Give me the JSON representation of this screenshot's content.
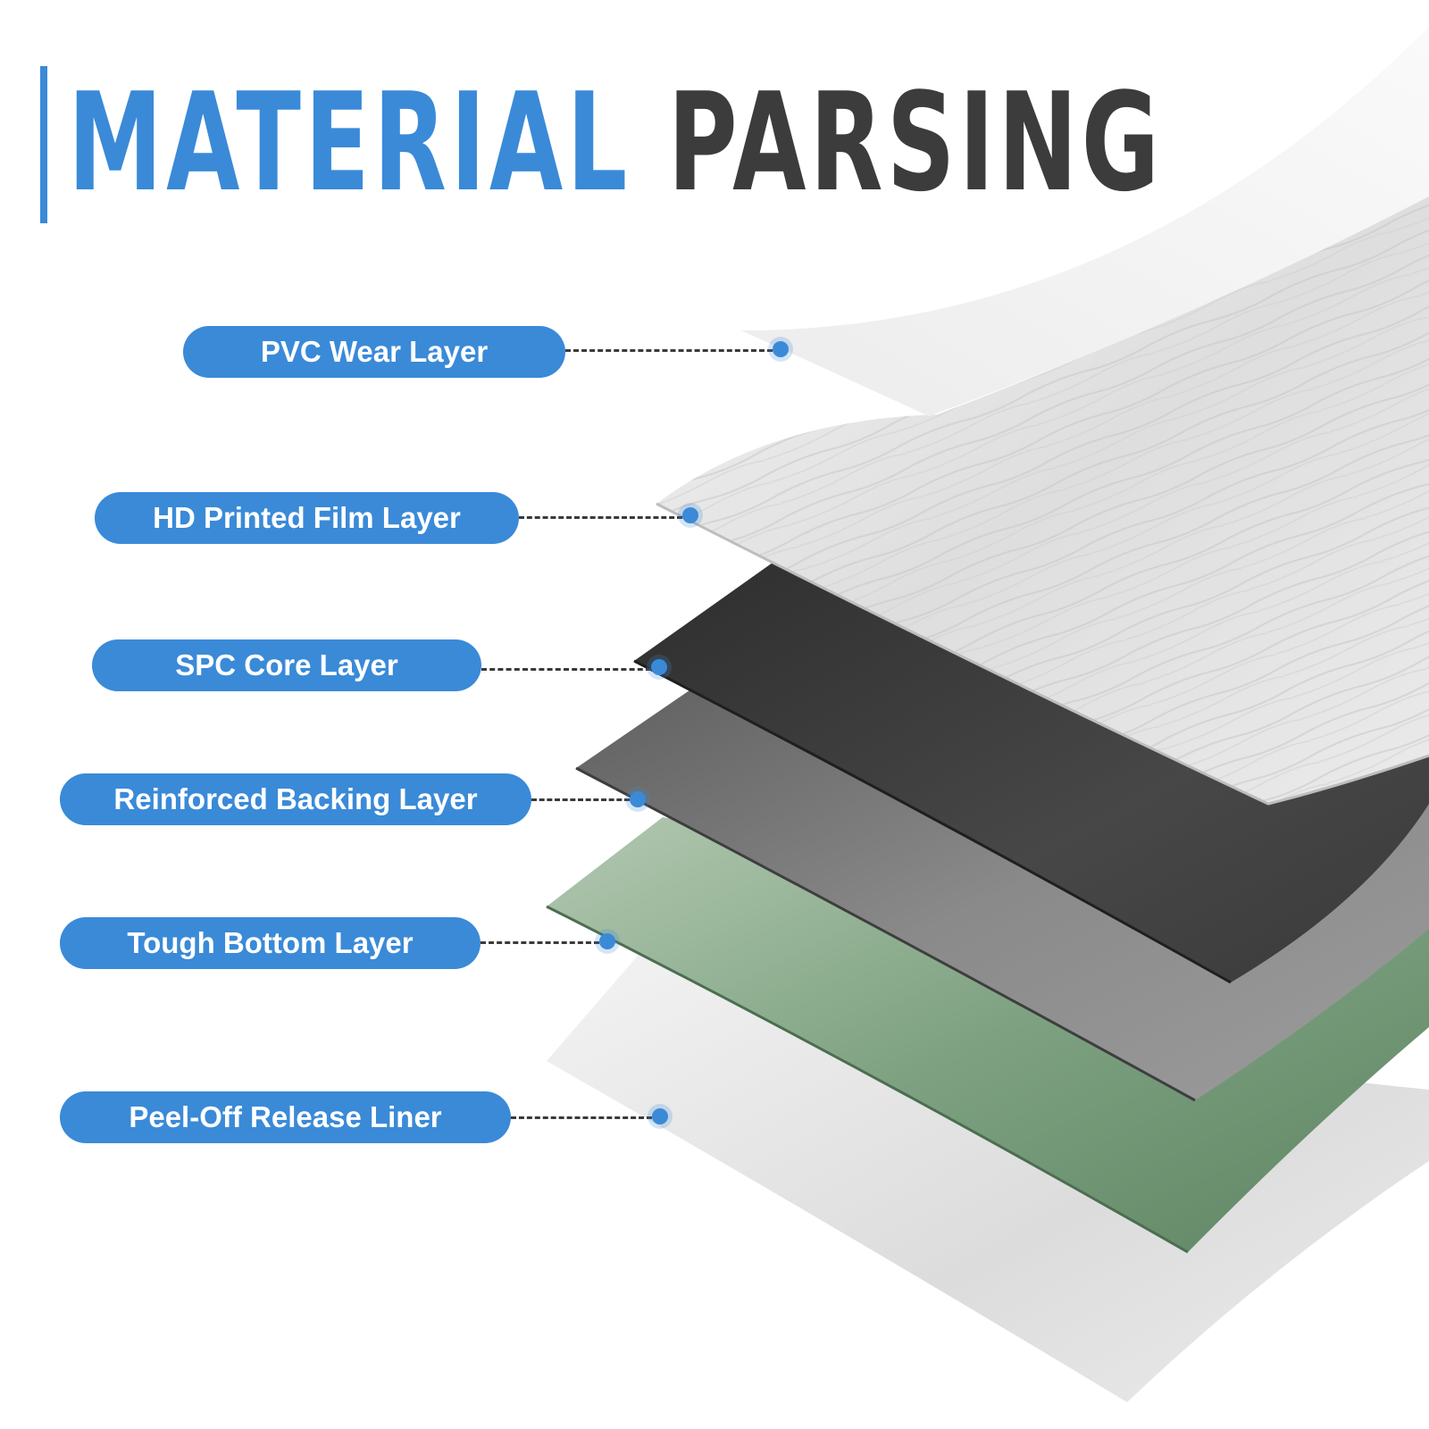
{
  "title": {
    "word1": "MATERIAL",
    "word2": "PARSING"
  },
  "accent_color": "#3a8ad8",
  "layers": [
    {
      "label": "PVC Wear Layer"
    },
    {
      "label": "HD Printed Film Layer"
    },
    {
      "label": "SPC Core Layer"
    },
    {
      "label": "Reinforced Backing Layer"
    },
    {
      "label": "Tough Bottom Layer"
    },
    {
      "label": "Peel-Off Release Liner"
    }
  ]
}
